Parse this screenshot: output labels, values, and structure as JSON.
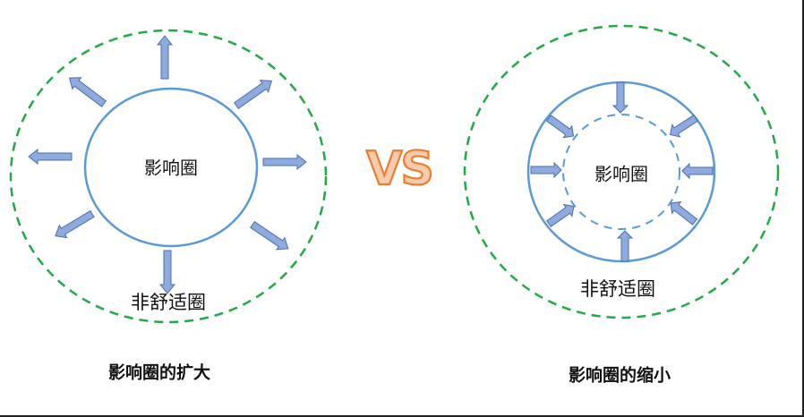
{
  "colors": {
    "outer_dashed": "#22aa44",
    "inner_circle": "#5b9bd5",
    "arrow_fill": "#8faadc",
    "arrow_stroke": "#4a6fb0",
    "vs_fill": "#f8cbad",
    "vs_stroke": "#ed7d31"
  },
  "vs_label": "VS",
  "left": {
    "inner_label": "影响圈",
    "outer_label": "非舒适圈",
    "caption": "影响圈的扩大",
    "arrow_direction": "outward"
  },
  "right": {
    "inner_label": "影响圈",
    "outer_label": "非舒适圈",
    "caption": "影响圈的缩小",
    "arrow_direction": "inward"
  }
}
